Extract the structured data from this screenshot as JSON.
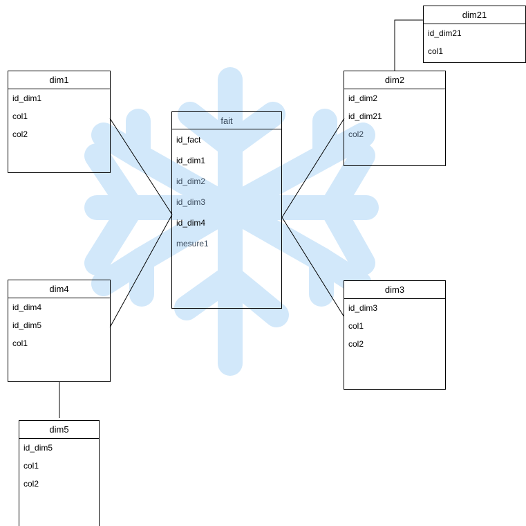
{
  "background": {
    "watermark": "snowflake-icon",
    "watermark_color": "#d2e8fa"
  },
  "tables": {
    "dim1": {
      "title": "dim1",
      "columns": [
        "id_dim1",
        "col1",
        "col2"
      ]
    },
    "dim2": {
      "title": "dim2",
      "columns": [
        "id_dim2",
        "id_dim21",
        "col2"
      ]
    },
    "dim21": {
      "title": "dim21",
      "columns": [
        "id_dim21",
        "col1"
      ]
    },
    "fait": {
      "title": "fait",
      "columns": [
        "id_fact",
        "id_dim1",
        "id_dim2",
        "id_dim3",
        "id_dim4",
        "mesure1"
      ]
    },
    "dim3": {
      "title": "dim3",
      "columns": [
        "id_dim3",
        "col1",
        "col2"
      ]
    },
    "dim4": {
      "title": "dim4",
      "columns": [
        "id_dim4",
        "id_dim5",
        "col1"
      ]
    },
    "dim5": {
      "title": "dim5",
      "columns": [
        "id_dim5",
        "col1",
        "col2"
      ]
    }
  },
  "colors": {
    "line": "#000000",
    "text": "#000000"
  }
}
